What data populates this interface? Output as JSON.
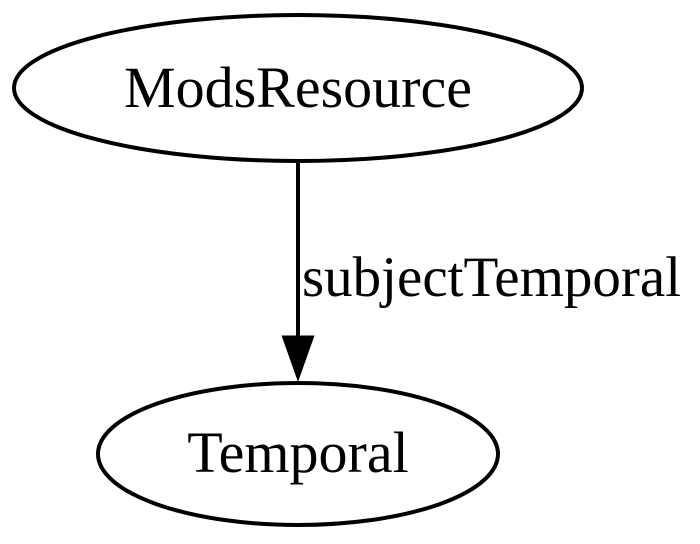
{
  "diagram": {
    "type": "directed-graph",
    "background_color": "#ffffff",
    "stroke_color": "#000000",
    "text_color": "#000000",
    "nodes": [
      {
        "id": "ModsResource",
        "label": "ModsResource",
        "shape": "ellipse"
      },
      {
        "id": "Temporal",
        "label": "Temporal",
        "shape": "ellipse"
      }
    ],
    "edges": [
      {
        "from": "ModsResource",
        "to": "Temporal",
        "label": "subjectTemporal",
        "directed": true
      }
    ]
  }
}
